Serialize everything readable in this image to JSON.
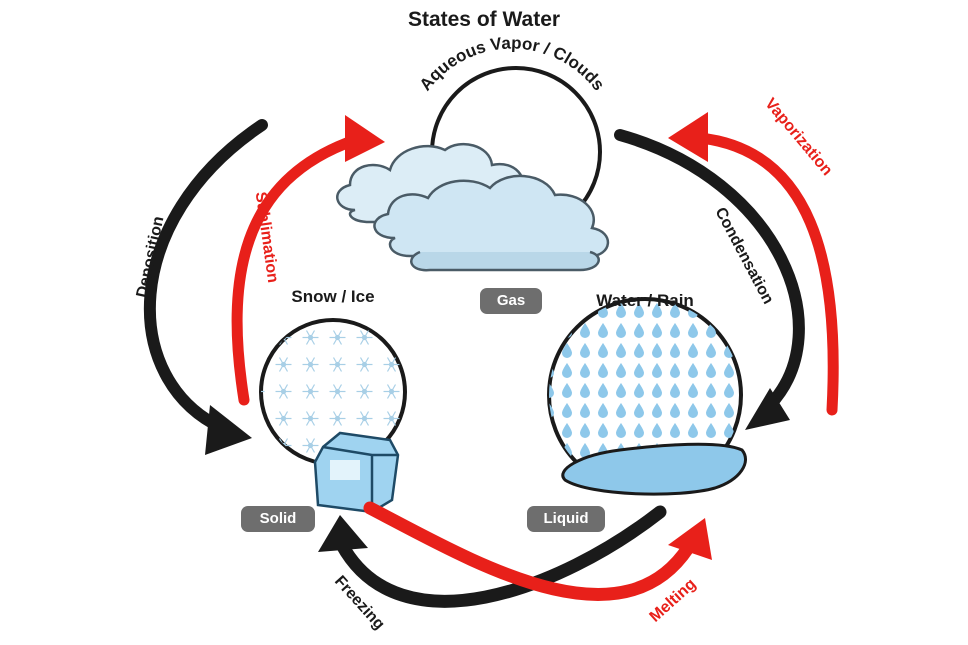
{
  "title": "States of Water",
  "states": {
    "gas": {
      "label": "Aqueous Vapor / Clouds",
      "badge": "Gas"
    },
    "solid": {
      "label": "Snow / Ice",
      "badge": "Solid"
    },
    "liquid": {
      "label": "Water / Rain",
      "badge": "Liquid"
    }
  },
  "transitions": {
    "deposition": "Deposition",
    "sublimation": "Sublimation",
    "vaporization": "Vaporization",
    "condensation": "Condensation",
    "freezing": "Freezing",
    "melting": "Melting"
  },
  "colors": {
    "red_arrow": "#e8201a",
    "black_arrow": "#1a1a1a",
    "badge": "#6e6e6e",
    "cloud": "#cfe6f3",
    "ice": "#9fd3f0",
    "water": "#8ec8ea"
  }
}
